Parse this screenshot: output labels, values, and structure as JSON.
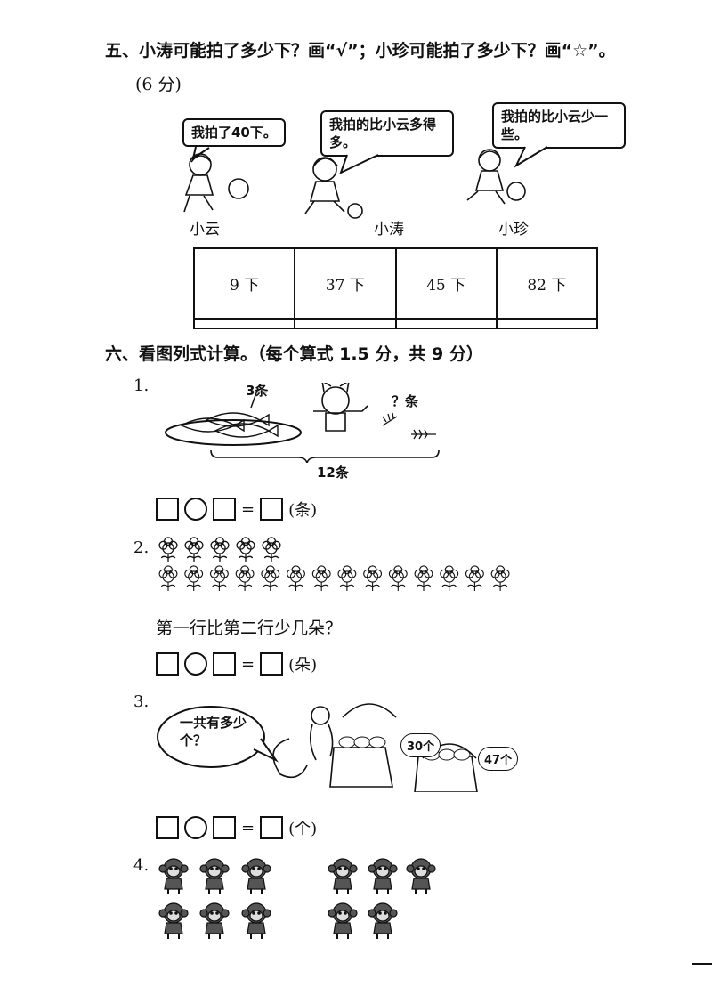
{
  "section5": {
    "title": "五、小涛可能拍了多少下？画“√”；小珍可能拍了多少下？画“☆”。",
    "score": "(6 分)",
    "bubbles": [
      "我拍了40下。",
      "我拍的比小云多得多。",
      "我拍的比小云少一些。"
    ],
    "names": [
      "小云",
      "小涛",
      "小珍"
    ],
    "options": [
      "9 下",
      "37 下",
      "45 下",
      "82 下"
    ]
  },
  "section6": {
    "title": "六、看图列式计算。（每个算式 1.5 分，共 9 分）",
    "q1": {
      "num": "1.",
      "label_top": "3条",
      "label_q": "？条",
      "label_total": "12条",
      "unit": "(条)",
      "eq_sign": "="
    },
    "q2": {
      "num": "2.",
      "question": "第一行比第二行少几朵？",
      "unit": "(朵)",
      "eq_sign": "=",
      "row1_count": 5,
      "row2_count": 14
    },
    "q3": {
      "num": "3.",
      "bubble": "一共有多少个？",
      "basket1": "30个",
      "basket2": "47个",
      "unit": "(个)",
      "eq_sign": "="
    },
    "q4": {
      "num": "4."
    }
  },
  "colors": {
    "ink": "#111111",
    "paper": "#ffffff"
  }
}
